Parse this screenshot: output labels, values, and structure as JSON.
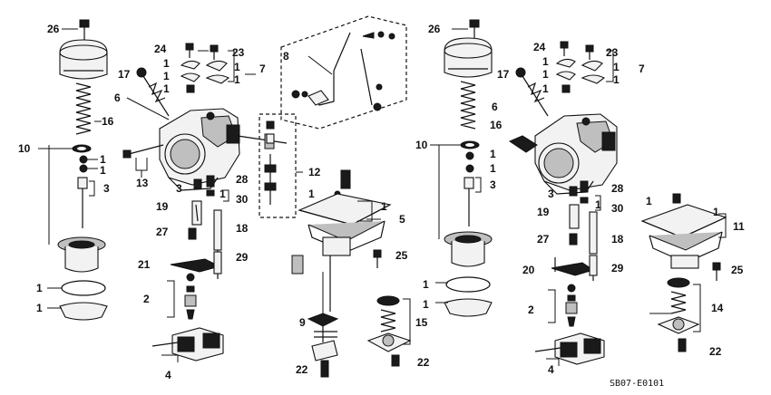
{
  "diagram": {
    "ref_code": "SB07-E0101",
    "labels": [
      "1",
      "2",
      "3",
      "4",
      "5",
      "6",
      "7",
      "8",
      "9",
      "10",
      "11",
      "12",
      "13",
      "14",
      "15",
      "16",
      "17",
      "18",
      "19",
      "20",
      "21",
      "22",
      "23",
      "24",
      "25",
      "26",
      "27",
      "28",
      "29",
      "30"
    ],
    "left_assembly": {
      "callouts": [
        "26",
        "24",
        "23",
        "7",
        "17",
        "6",
        "16",
        "10",
        "3",
        "13",
        "28",
        "30",
        "19",
        "27",
        "18",
        "21",
        "29",
        "2",
        "4",
        "12",
        "5",
        "25",
        "9",
        "15",
        "22",
        "8"
      ]
    },
    "right_assembly": {
      "callouts": [
        "26",
        "24",
        "23",
        "7",
        "17",
        "6",
        "16",
        "10",
        "3",
        "28",
        "30",
        "19",
        "27",
        "18",
        "20",
        "29",
        "2",
        "4",
        "11",
        "25",
        "14",
        "22"
      ]
    }
  }
}
